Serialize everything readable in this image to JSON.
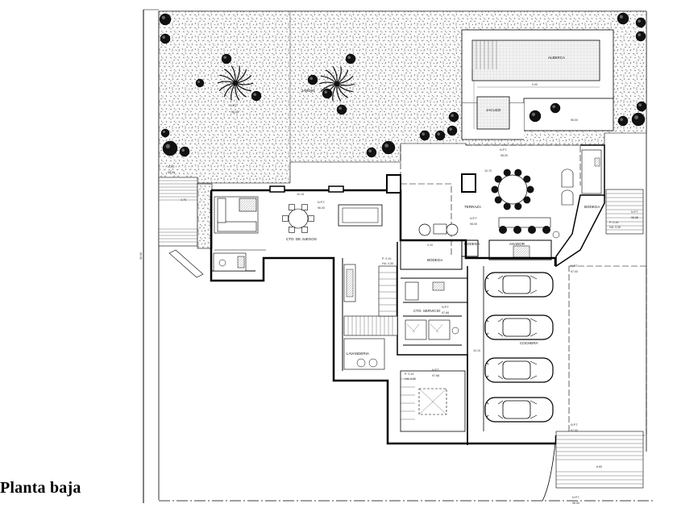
{
  "caption": "Planta baja",
  "rooms": {
    "alberca": "ALBERCA",
    "jacuzzi": "JACUZZI",
    "jardin": "JARDIN",
    "terraza": "TERRAZA",
    "cto_juegos": "CTO. DE JUEGOS",
    "bodega_terraza": "BODEGA",
    "bodega_1": "BODEGA",
    "bodega_2": "BODEGA",
    "asador": "ASADOR",
    "cto_servicio": "CTO. SERVICIO",
    "lavanderia": "LAVANDERIA",
    "cochera": "COCHERA"
  },
  "levels": {
    "npt_label": "N.P.T.",
    "jardin_level": "96.00",
    "alberca_level": "98.00",
    "terraza_level": "98.00",
    "juegos_level": "96.00",
    "right_level": "96.86",
    "cochera_level": "97.00",
    "servicio_level": "97.68",
    "stair_level": "97.68",
    "entry_level": "97.00",
    "bottom_level": "96.50",
    "left_level": "96.00"
  },
  "step_notes": {
    "juegos": [
      "P: 0.19",
      "HU: 0.30"
    ],
    "stair": [
      "P: 0.19",
      "HU: 0.30"
    ],
    "right": [
      "P: 0.19",
      "HU: 0.30"
    ]
  },
  "dimensions": {
    "pool_width": "9.00",
    "juegos_width": "10.15",
    "terraza_width": "10.70",
    "left_stair": "4.75",
    "bodega_dim": "4.10",
    "side_height": "30.00",
    "cochera_dim": "10.10",
    "entry_dim": "6.60"
  }
}
